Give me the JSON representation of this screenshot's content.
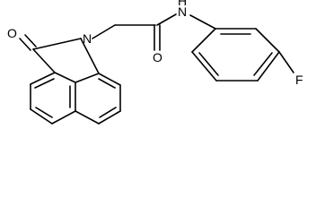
{
  "molecule": {
    "atoms": {
      "oxygen_lactam": "O",
      "nitrogen_ring": "N",
      "nitrogen_amide": "N",
      "hydrogen_amide": "H",
      "oxygen_amide": "O",
      "fluorine": "F"
    },
    "colors": {
      "line": "#000000",
      "background": "#ffffff"
    }
  }
}
